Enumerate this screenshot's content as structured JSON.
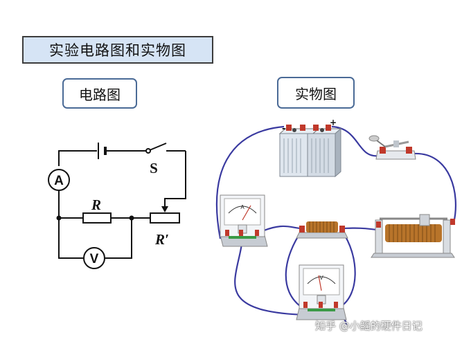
{
  "title": "实验电路图和实物图",
  "circuit_tag": "电路图",
  "real_tag": "实物图",
  "labels": {
    "ammeter": "A",
    "voltmeter": "V",
    "switch": "S",
    "resistor": "R",
    "rheostat": "R′",
    "battery_minus": "-",
    "battery_plus": "+",
    "real_ammeter_letter": "A",
    "real_voltmeter_letter": "V"
  },
  "watermark": "知乎 @小鳐的硬件日记",
  "colors": {
    "title_bg": "#d6e4f5",
    "tag_border": "#4a6a96",
    "wire": "#3a3aa0",
    "coil": "#b8742a"
  }
}
